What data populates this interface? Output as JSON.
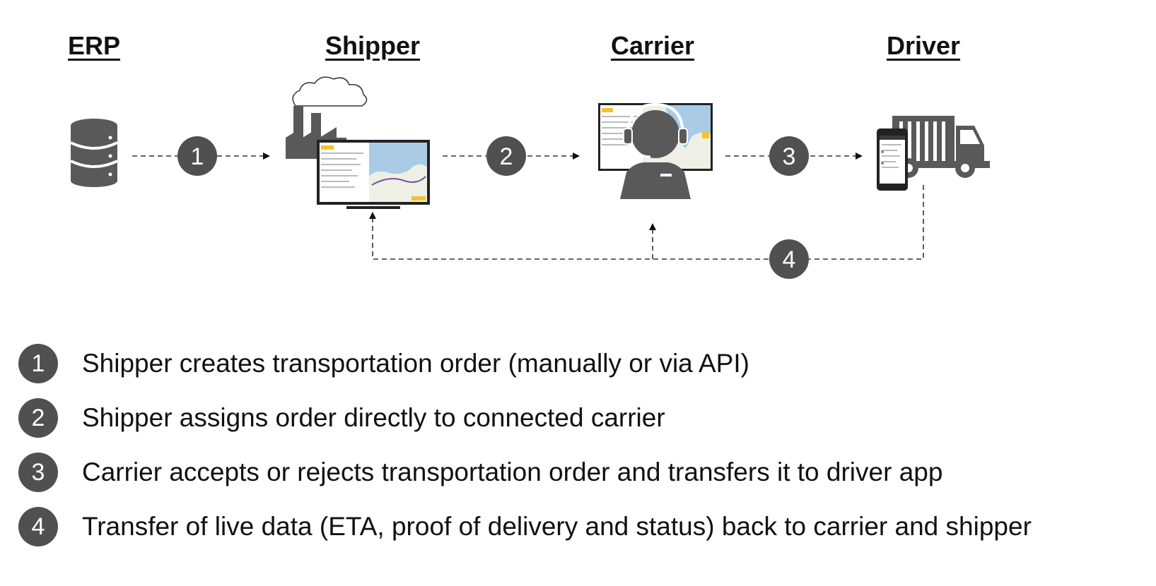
{
  "actors": {
    "erp": "ERP",
    "shipper": "Shipper",
    "carrier": "Carrier",
    "driver": "Driver"
  },
  "steps": [
    {
      "num": "1",
      "text": "Shipper creates transportation order (manually or via API)"
    },
    {
      "num": "2",
      "text": "Shipper assigns order directly to connected carrier"
    },
    {
      "num": "3",
      "text": "Carrier accepts or rejects transportation order and transfers it to driver app"
    },
    {
      "num": "4",
      "text": "Transfer of live data (ETA, proof of delivery and status) back to carrier and shipper"
    }
  ],
  "icons": {
    "erp": "database-icon",
    "shipper": "factory-with-monitor-icon",
    "carrier": "dispatcher-with-headset-icon",
    "driver": "truck-with-phone-icon"
  },
  "colors": {
    "icon": "#595959",
    "badge": "#505050",
    "map_water": "#a9cbe6",
    "map_land": "#eef0e6",
    "accent": "#f2c230"
  }
}
